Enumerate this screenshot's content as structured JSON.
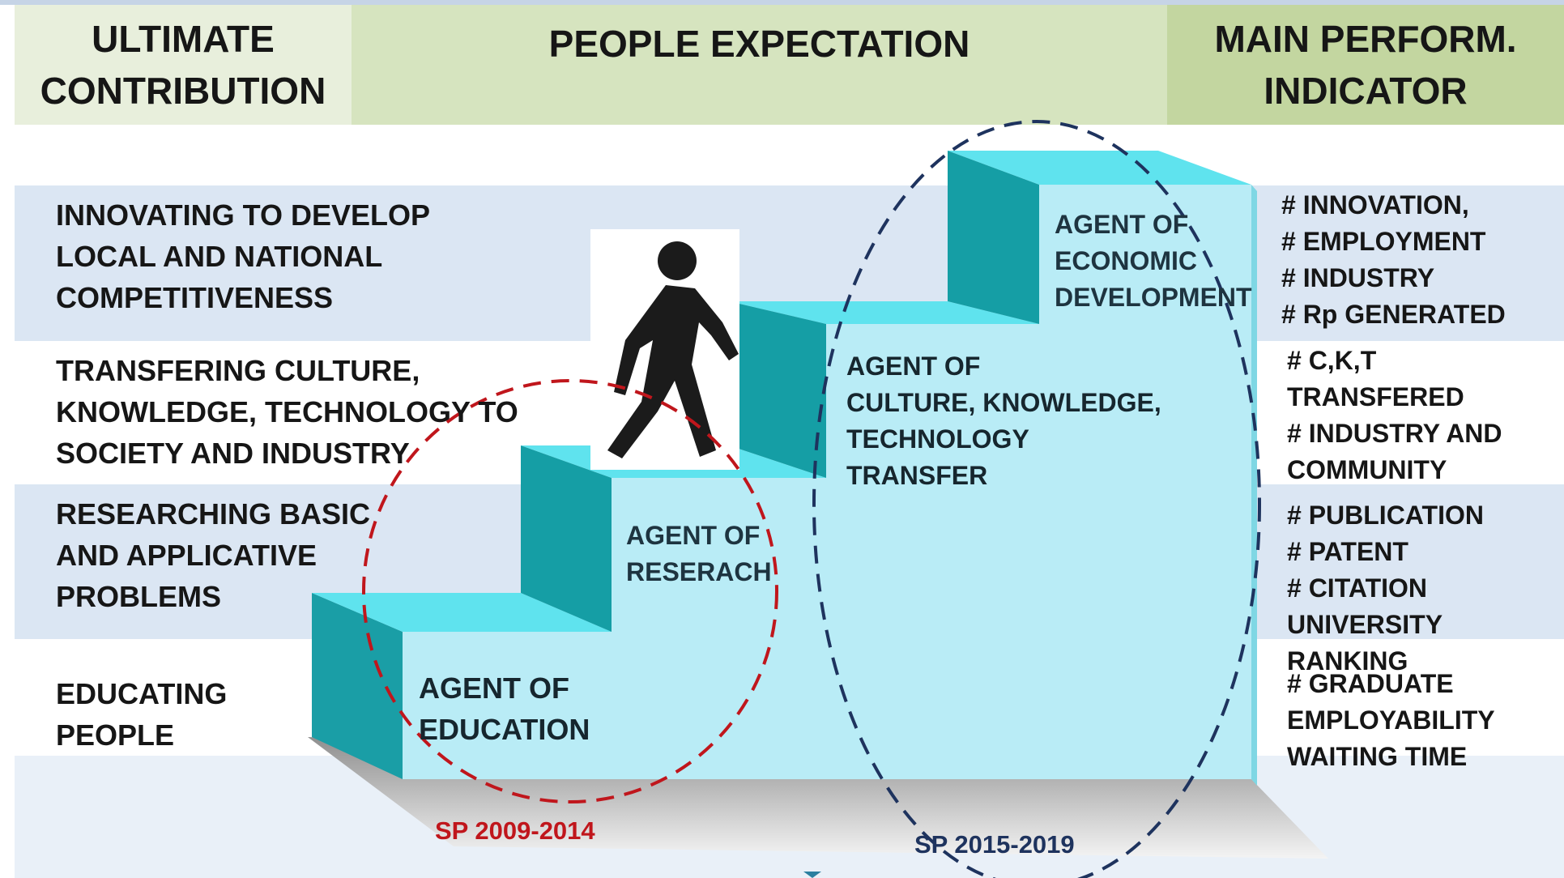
{
  "header": {
    "left_title": "ULTIMATE\nCONTRIBUTION",
    "center_title": "PEOPLE EXPECTATION",
    "right_title": "MAIN PERFORM.\nINDICATOR"
  },
  "rows": [
    {
      "contribution": "INNOVATING TO DEVELOP\nLOCAL AND NATIONAL\nCOMPETITIVENESS",
      "indicators": "# INNOVATION,\n# EMPLOYMENT\n# INDUSTRY\n# Rp GENERATED"
    },
    {
      "contribution": "TRANSFERING CULTURE,\nKNOWLEDGE, TECHNOLOGY TO\nSOCIETY AND INDUSTRY",
      "indicators": "# C,K,T\nTRANSFERED\n# INDUSTRY AND\nCOMMUNITY"
    },
    {
      "contribution": "RESEARCHING BASIC\nAND APPLICATIVE\nPROBLEMS",
      "indicators": "# PUBLICATION\n# PATENT\n# CITATION\nUNIVERSITY RANKING"
    },
    {
      "contribution": "EDUCATING\nPEOPLE",
      "indicators": "# GRADUATE\nEMPLOYABILITY\nWAITING TIME"
    }
  ],
  "agents": {
    "education": "AGENT OF\nEDUCATION",
    "research": "AGENT OF\nRESERACH",
    "transfer": "AGENT OF\nCULTURE, KNOWLEDGE,\nTECHNOLOGY\nTRANSFER",
    "economic": "AGENT OF\nECONOMIC\nDEVELOPMENT"
  },
  "periods": {
    "first": "SP 2009-2014",
    "second": "SP 2015-2019"
  },
  "colors": {
    "header_left": "#e8efdc",
    "header_center": "#d6e4bf",
    "header_right": "#c3d6a0",
    "band_blue": "#dbe6f3",
    "step_top": "#5fe3ee",
    "step_riser": "#159ea5",
    "step_face": "#b9ecf6",
    "period_first": "#c0161c",
    "period_second": "#1e335e"
  },
  "icons": [
    "walking-person-icon"
  ]
}
